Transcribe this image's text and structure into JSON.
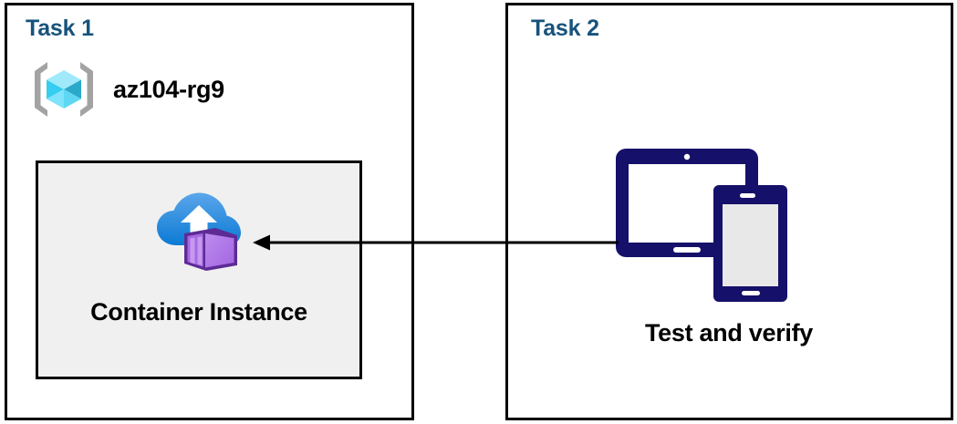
{
  "diagram": {
    "title": "Azure Container Instance task diagram",
    "background": "#ffffff"
  },
  "colors": {
    "task_title": "#17537c",
    "panel_border": "#000000",
    "resource_box_fill": "#f0f0f0",
    "resource_box_border": "#000000",
    "arrow": "#000000",
    "device_icon": "#151069",
    "resource_group_cube_light": "#7fe3fb",
    "resource_group_cube_mid": "#35cdf0",
    "resource_group_cube_dark": "#2aa9c9",
    "resource_group_bracket": "#a3a3a3",
    "cloud_top": "#4c9ee8",
    "cloud_bottom": "#0c7cd5",
    "container_face": "#b07ae8",
    "container_side": "#9a5ed3",
    "container_outline": "#5e2b96"
  },
  "panels": [
    {
      "id": "task-1",
      "title": "Task 1",
      "resource_group": {
        "icon": "azure-resource-group-icon",
        "label": "az104-rg9"
      },
      "resource": {
        "icon": "azure-container-instance-icon",
        "label": "Container Instance"
      }
    },
    {
      "id": "task-2",
      "title": "Task 2",
      "item": {
        "icon": "tablet-and-phone-icon",
        "label": "Test and verify"
      }
    }
  ],
  "connector": {
    "name": "arrow-task2-to-container-instance",
    "direction": "right-to-left",
    "from": "Test and verify",
    "to": "Container Instance",
    "color": "#000000"
  }
}
